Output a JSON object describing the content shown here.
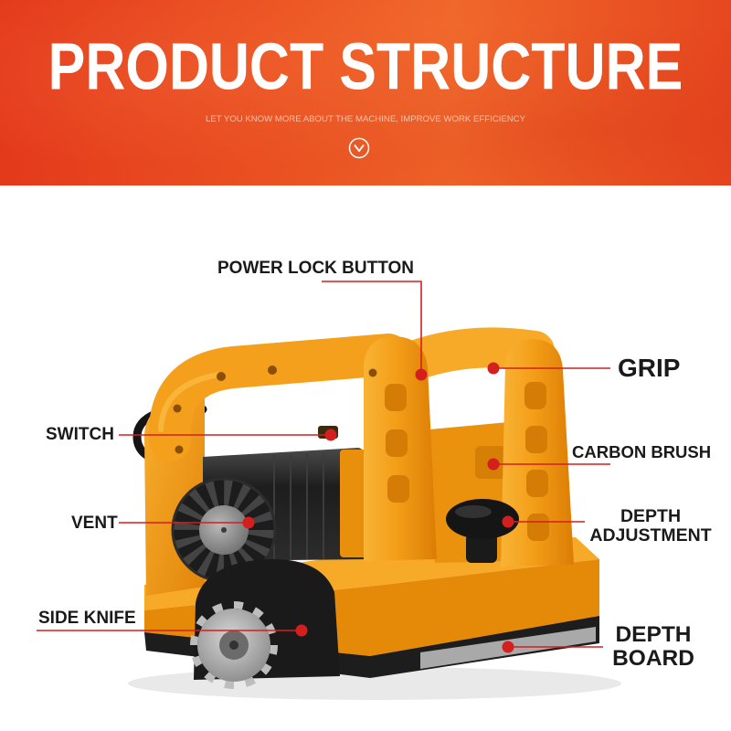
{
  "header": {
    "title": "PRODUCT STRUCTURE",
    "subtitle": "LET YOU KNOW MORE ABOUT THE MACHINE, IMPROVE WORK EFFICIENCY",
    "scroll_hint_icon": "chevron-down-circle-icon"
  },
  "product": {
    "illustration": "electric-planer-icon"
  },
  "callouts": {
    "power_lock_button": "POWER LOCK BUTTON",
    "grip": "GRIP",
    "switch": "SWITCH",
    "carbon_brush": "CARBON BRUSH",
    "vent": "VENT",
    "depth_adjustment": [
      "DEPTH",
      "ADJUSTMENT"
    ],
    "side_knife": "SIDE KNIFE",
    "depth_board": [
      "DEPTH",
      "BOARD"
    ]
  },
  "colors": {
    "header_red": "#e3391c",
    "header_orange": "#f0672a",
    "title_text": "#ffffff",
    "callout_red": "#d41f1f",
    "label_text": "#1a1a1a",
    "machine_orange": "#f4a01c",
    "machine_black": "#1a1a1a"
  }
}
